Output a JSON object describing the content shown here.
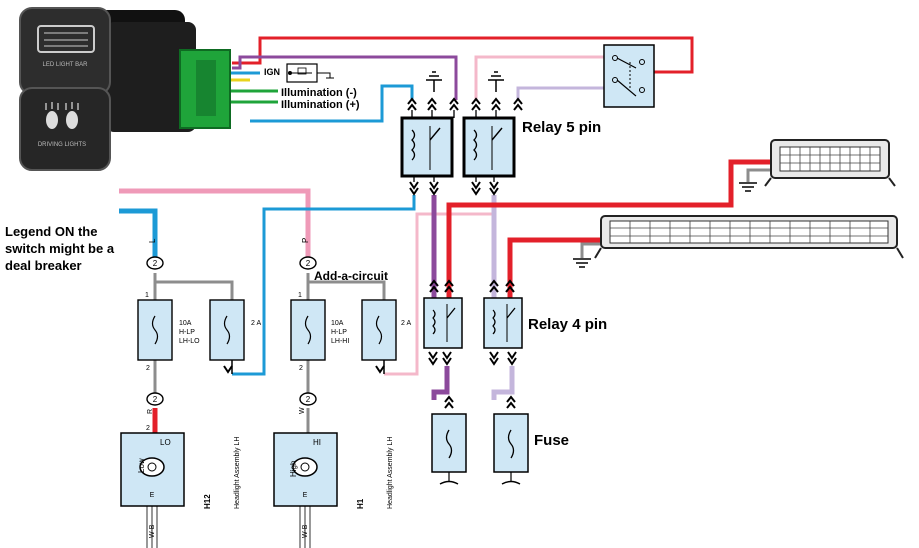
{
  "switch_panel": {
    "top_button_text": "LED LIGHT BAR",
    "bottom_button_text": "DRIVING LIGHTS",
    "pin_labels": {
      "ign": "IGN",
      "illum_neg": "Illumination (-)",
      "illum_pos": "Illumination (+)"
    }
  },
  "labels": {
    "relay5": "Relay 5 pin",
    "relay4": "Relay 4 pin",
    "fuse": "Fuse",
    "add_circuit": "Add-a-circuit",
    "legend_note_line1": "Legend ON the",
    "legend_note_line2": "switch might be a",
    "legend_note_line3": "deal breaker"
  },
  "circuit": {
    "wire_L": "L",
    "wire_P": "P",
    "wire_R": "R",
    "wire_W": "W",
    "wire_WB1": "W-B",
    "wire_WB2": "W-B",
    "connector_num": "2",
    "pin_1": "1",
    "pin_2": "2",
    "fuse_left_rating": "10A",
    "fuse_left_name1": "H-LP",
    "fuse_left_name2": "LH-LO",
    "fuse_right_rating": "10A",
    "fuse_right_name1": "H-LP",
    "fuse_right_name2": "LH-HI",
    "addon_fuse_rating": "2 A",
    "headlight_lo_tag": "LO",
    "headlight_hi_tag": "HI",
    "headlight_lo_mode": "Low",
    "headlight_hi_mode": "High",
    "ground_tag": "E",
    "assembly_lo_code": "H12",
    "assembly_hi_code": "H1",
    "assembly_name": "Headlight Assembly LH"
  },
  "colors": {
    "red": "#e3202a",
    "pink": "#ef9ab8",
    "pink_light": "#f4b8ca",
    "blue": "#1c9ad6",
    "purple": "#8c4a9c",
    "lavender": "#c4b6dc",
    "green": "#1fa43a",
    "yellow": "#e9d31d",
    "gray": "#8d8d8d",
    "component_fill": "#cfe7f5"
  }
}
